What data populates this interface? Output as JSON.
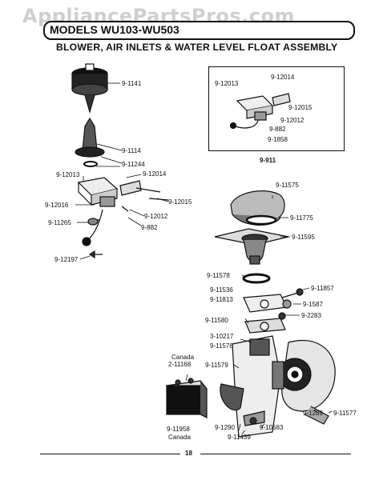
{
  "watermark": "AppliancePartsPros.com",
  "header": {
    "models": "MODELS WU103-WU503"
  },
  "title": "BLOWER, AIR INLETS & WATER LEVEL FLOAT ASSEMBLY",
  "inset": {
    "caption": "9-911"
  },
  "labels": {
    "p1141": "9-1141",
    "p1114": "9-1114",
    "p11244": "9-11244",
    "p12013a": "9-12013",
    "p12014a": "9-12014",
    "p12016": "9-12016",
    "p12015a": "9-12015",
    "p12012a": "9-12012",
    "p11265": "9-11265",
    "p882a": "9-882",
    "p12197": "9-12197",
    "i12014": "9-12014",
    "i12013": "9-12013",
    "i12015": "9-12015",
    "i12012": "9-12012",
    "i882": "9-882",
    "i1858": "9-1858",
    "p11575": "9-11575",
    "p11775": "9-11775",
    "p11595": "9-11595",
    "p11578": "9-11578",
    "p11536": "9-11536",
    "p11857": "9-11857",
    "p11813": "9-11813",
    "p1587": "9-1587",
    "p2283": "9-2283",
    "p11580": "9-11580",
    "p10217": "3-10217",
    "p11576": "9-11576",
    "p11579": "9-11579",
    "canada1": "Canada",
    "p11168": "2-11168",
    "p1289": "9-1289",
    "p11577": "9-11577",
    "p11958": "9-11958",
    "canada2": "Canada",
    "p1290": "9-1290",
    "p10683": "9-10683",
    "p11439": "9-11439"
  },
  "footer": {
    "page": "18"
  }
}
